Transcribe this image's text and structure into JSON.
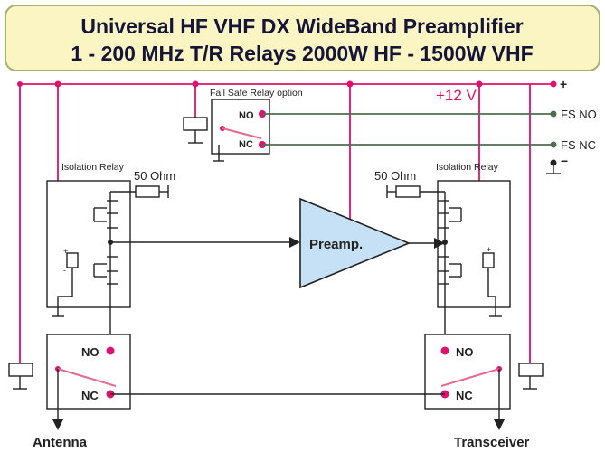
{
  "title": {
    "line1": "Universal HF VHF DX WideBand Preamplifier",
    "line2": "1 - 200 MHz T/R Relays 2000W HF - 1500W VHF"
  },
  "labels": {
    "fail_safe_option": "Fail Safe Relay option",
    "no": "NO",
    "nc": "NC",
    "fs_no": "FS NO",
    "fs_nc": "FS NC",
    "plus": "+",
    "minus": "−",
    "supply": "+12 V",
    "isolation_relay": "Isolation Relay",
    "load": "50 Ohm",
    "preamp": "Preamp.",
    "antenna": "Antenna",
    "transceiver": "Transceiver",
    "coil_plus": "+",
    "coil_minus": "-"
  },
  "colors": {
    "supply_wire": "#e0106e",
    "fail_safe_wire": "#4f6b4f",
    "amplifier_fill": "#c6e0f6",
    "title_fill": "#faf5c2"
  }
}
